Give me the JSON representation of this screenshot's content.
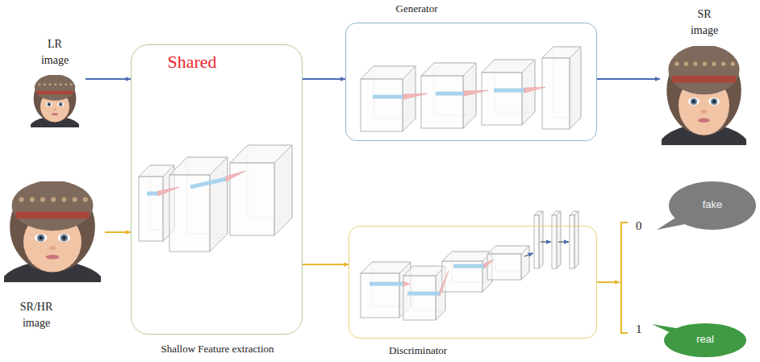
{
  "diagram": {
    "nodes": [
      {
        "text": [
          "LR image"
        ]
      },
      {
        "text": [
          "Shared",
          "Shallow Feature extraction"
        ]
      },
      {
        "text": [
          "Generator"
        ]
      },
      {
        "text": [
          "SR image"
        ]
      },
      {
        "text": [
          "SR/HR image"
        ]
      },
      {
        "text": [
          "Discriminator"
        ]
      },
      {
        "text": [
          "fake"
        ]
      },
      {
        "text": [
          "real"
        ]
      }
    ],
    "edges": [
      {
        "from": 0,
        "to": 1,
        "arrow": "to"
      },
      {
        "from": 1,
        "to": 2,
        "arrow": "to"
      },
      {
        "from": 2,
        "to": 3,
        "arrow": "to"
      },
      {
        "from": 4,
        "to": 1,
        "arrow": "to"
      },
      {
        "from": 1,
        "to": 5,
        "arrow": "to"
      }
    ],
    "labels": [
      "0",
      "1"
    ]
  }
}
